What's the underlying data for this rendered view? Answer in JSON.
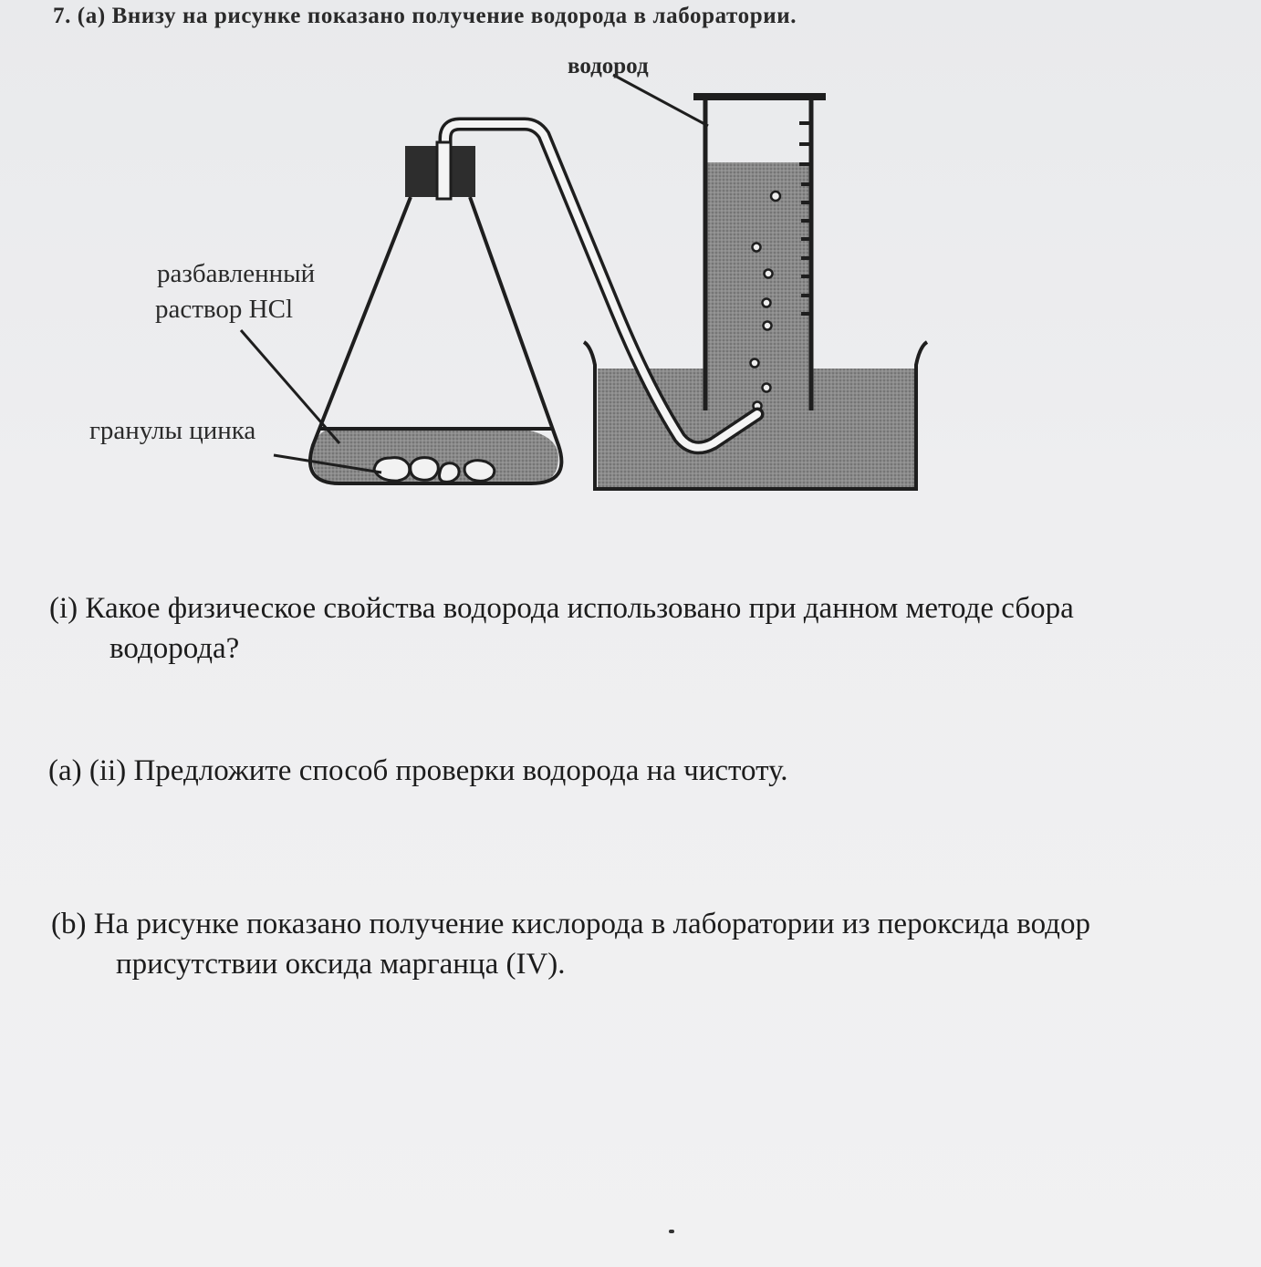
{
  "heading": "7. (a) Внизу на рисунке показано получение водорода в лаборатории.",
  "figure": {
    "label_gas": "водород",
    "label_acid_line1": "разбавленный",
    "label_acid_line2": "раствор HCl",
    "label_zinc": "гранулы цинка"
  },
  "questions": {
    "q1_line1": "(i) Какое физическое свойства водорода использовано при данном методе сбора",
    "q1_line2": "водорода?",
    "q2": "(a) (ii) Предложите способ проверки водорода на чистоту.",
    "q3_line1": "(b) На рисунке показано получение кислорода в лаборатории из пероксида водор",
    "q3_line2": "присутствии оксида марганца (IV)."
  },
  "colors": {
    "ink": "#1e1e1e",
    "liquid": "#7d7d7d",
    "paper": "#eeeef0"
  }
}
